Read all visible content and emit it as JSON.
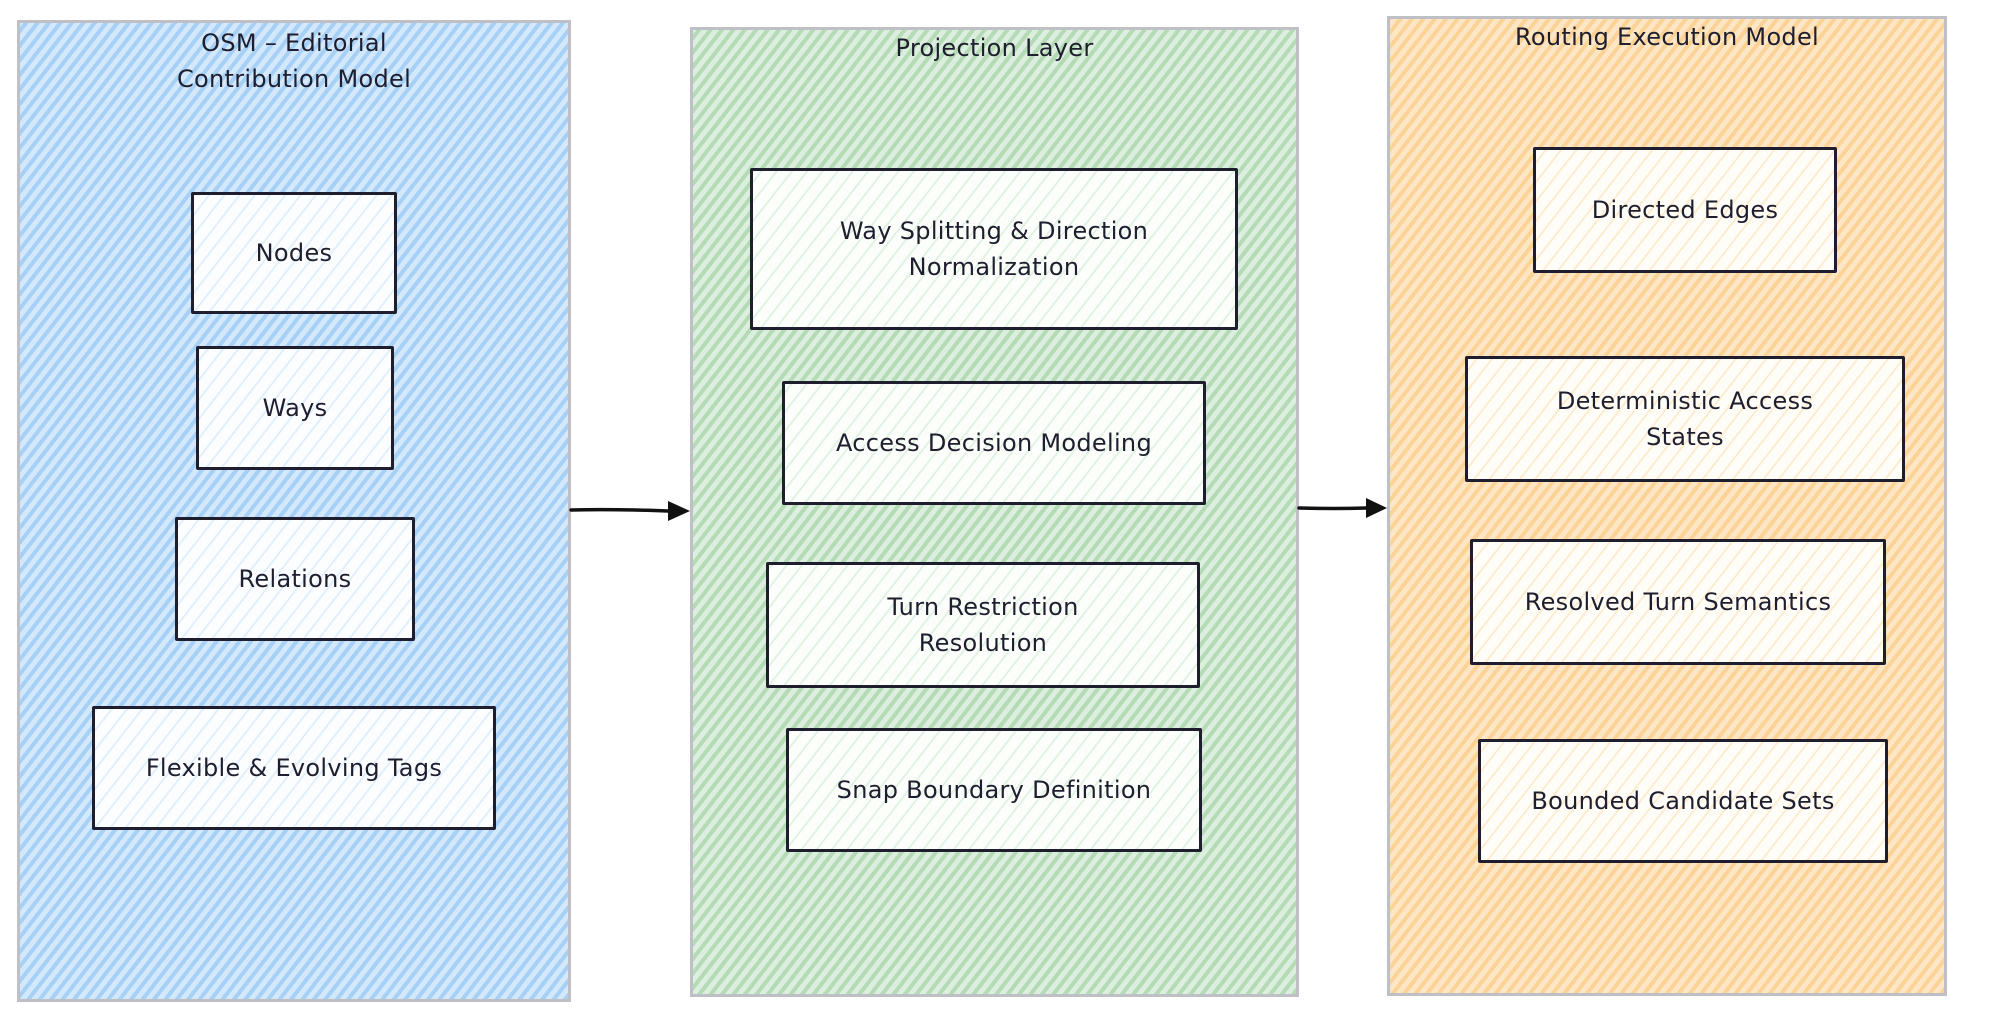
{
  "diagram": {
    "panels": [
      {
        "title": "OSM – Editorial\nContribution Model",
        "color": "#a6d0f6",
        "items": [
          "Nodes",
          "Ways",
          "Relations",
          "Flexible & Evolving Tags"
        ]
      },
      {
        "title": "Projection Layer",
        "color": "#b4dab6",
        "items": [
          "Way Splitting & Direction\nNormalization",
          "Access Decision Modeling",
          "Turn Restriction\nResolution",
          "Snap Boundary Definition"
        ]
      },
      {
        "title": "Routing Execution Model",
        "color": "#fcd397",
        "items": [
          "Directed Edges",
          "Deterministic Access\nStates",
          "Resolved Turn Semantics",
          "Bounded Candidate Sets"
        ]
      }
    ],
    "connectors": [
      {
        "from": "OSM – Editorial Contribution Model",
        "to": "Projection Layer"
      },
      {
        "from": "Projection Layer",
        "to": "Routing Execution Model"
      }
    ]
  }
}
